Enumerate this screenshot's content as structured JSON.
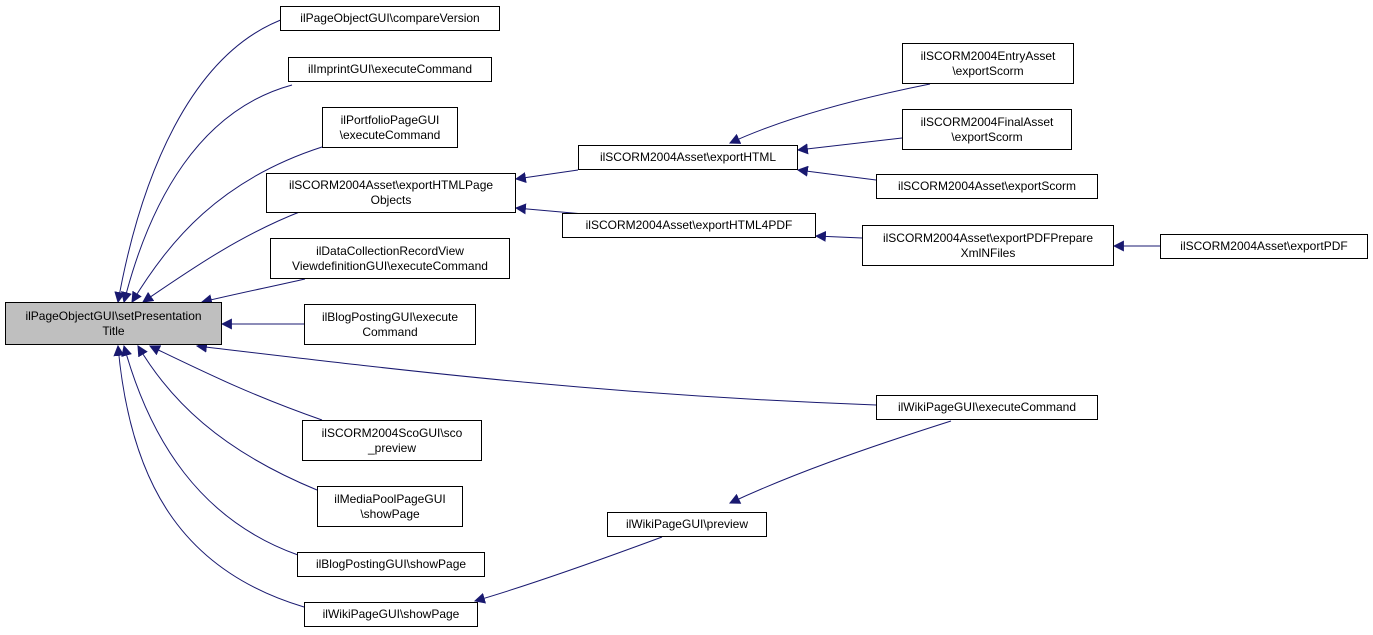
{
  "edge_color": "#191970",
  "focus_fill": "#bfbfbf",
  "nodes": {
    "focus": "ilPageObjectGUI\\setPresentation\nTitle",
    "compareVersion": "ilPageObjectGUI\\compareVersion",
    "imprintExec": "ilImprintGUI\\executeCommand",
    "portfolioExec": "ilPortfolioPageGUI\n\\executeCommand",
    "scormExportHTMLPageObjects": "ilSCORM2004Asset\\exportHTMLPage\nObjects",
    "dataCollectionExec": "ilDataCollectionRecordView\nViewdefinitionGUI\\executeCommand",
    "blogPostingExec": "ilBlogPostingGUI\\execute\nCommand",
    "scoPreview": "ilSCORM2004ScoGUI\\sco\n_preview",
    "mediaPoolShowPage": "ilMediaPoolPageGUI\n\\showPage",
    "blogPostingShowPage": "ilBlogPostingGUI\\showPage",
    "wikiShowPage": "ilWikiPageGUI\\showPage",
    "scormExportHTML": "ilSCORM2004Asset\\exportHTML",
    "scormExportHTML4PDF": "ilSCORM2004Asset\\exportHTML4PDF",
    "entryAssetExportScorm": "ilSCORM2004EntryAsset\n\\exportScorm",
    "finalAssetExportScorm": "ilSCORM2004FinalAsset\n\\exportScorm",
    "assetExportScorm": "ilSCORM2004Asset\\exportScorm",
    "exportPDFPrepare": "ilSCORM2004Asset\\exportPDFPrepare\nXmlNFiles",
    "exportPDF": "ilSCORM2004Asset\\exportPDF",
    "wikiExec": "ilWikiPageGUI\\executeCommand",
    "wikiPreview": "ilWikiPageGUI\\preview"
  }
}
